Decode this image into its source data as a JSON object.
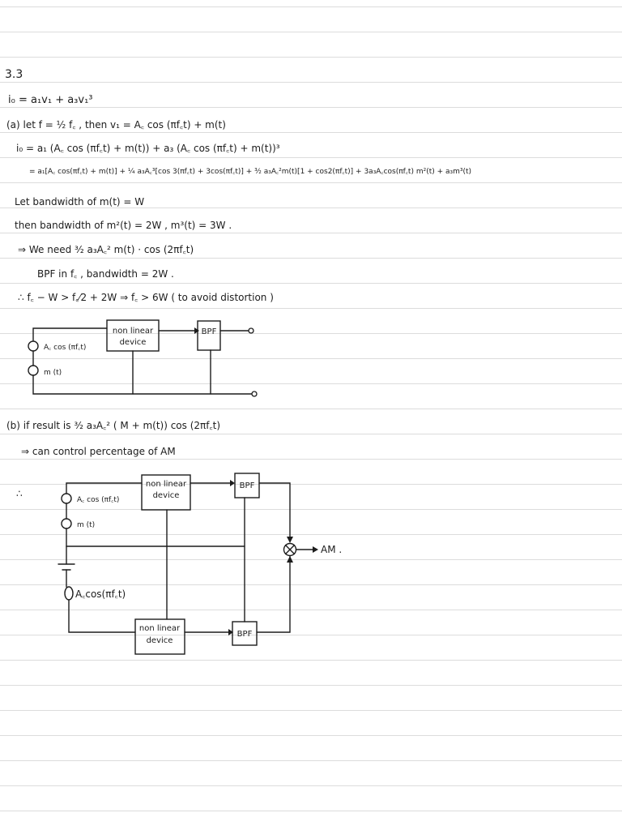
{
  "section": "3.3",
  "lines": {
    "io_def": "i₀ = a₁v₁ + a₃v₁³",
    "part_a": "(a)  let   f = ½ f꜀ ,  then  v₁ = A꜀ cos (πf꜀t) + m(t)",
    "io_expand": "i₀ = a₁ (A꜀ cos (πf꜀t) + m(t)) + a₃ (A꜀ cos (πf꜀t) + m(t))³",
    "io_result": "= a₁[A꜀ cos(πf꜀t) + m(t)] + ¼ a₃A꜀³[cos 3(πf꜀t) + 3cos(πf꜀t)] + ³⁄₂ a₃A꜀²m(t)[1 + cos2(πf꜀t)] + 3a₃A꜀cos(πf꜀t) m²(t) + a₃m³(t)",
    "bw_let": "Let   bandwidth  of  m(t)  =   W",
    "bw_then": "then  bandwidth  of  m²(t) = 2W ,   m³(t) = 3W .",
    "need": "⇒  We  need   ³⁄₂ a₃A꜀² m(t) · cos (2πf꜀t)",
    "bpf": "BPF  in  f꜀ ,  bandwidth = 2W .",
    "therefore": "∴  f꜀ − W >  f꜀⁄2 + 2W   ⇒   f꜀ > 6W  ( to  avoid  distortion )",
    "part_b": "(b) if  result   is   ³⁄₂ a₃A꜀² ( M  +  m(t)) cos (2πf꜀t)",
    "control": "⇒  can  control   percentage  of  AM",
    "therefore_b": "∴"
  },
  "diagram_a": {
    "source1": "A꜀ cos (πf꜀t)",
    "source2": "m (t)",
    "nld_line1": "non linear",
    "nld_line2": "device",
    "bpf": "BPF"
  },
  "diagram_b": {
    "source1": "A꜀ cos (πf꜀t)",
    "source2": "m (t)",
    "source3": "A꜀cos(πf꜀t)",
    "nld_line1": "non linear",
    "nld_line2": "device",
    "bpf": "BPF",
    "output": "AM ."
  }
}
